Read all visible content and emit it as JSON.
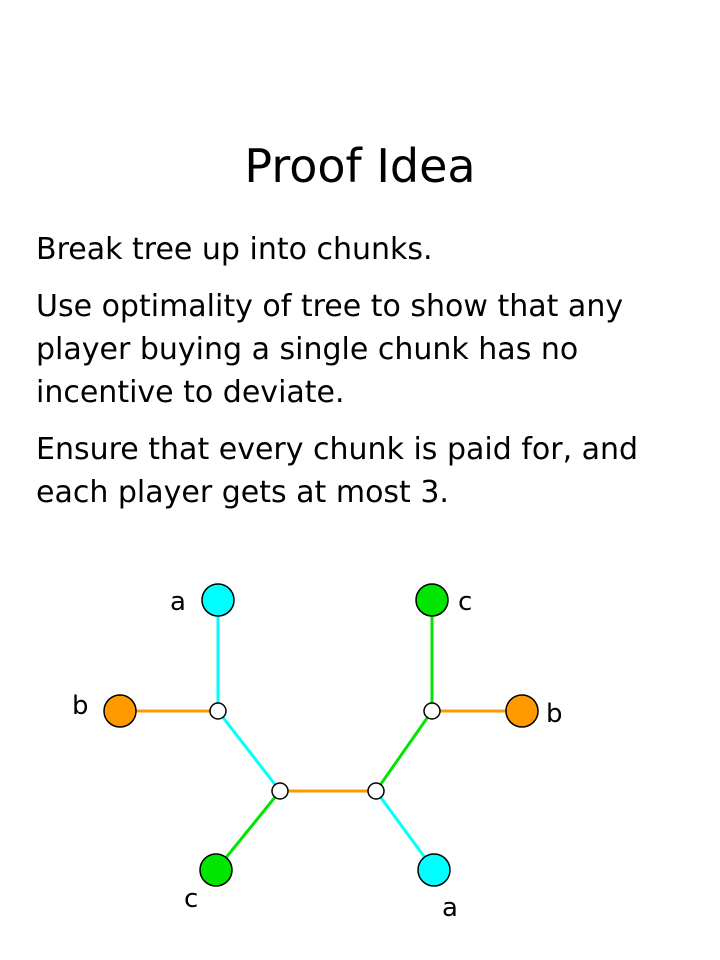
{
  "slide": {
    "title": "Proof Idea",
    "bullets": [
      "Break tree up into chunks.",
      "Use optimality of tree to show that any player buying a single chunk has no incentive to deviate.",
      "Ensure that every chunk is paid for, and each player gets at most 3."
    ]
  },
  "diagram": {
    "colors": {
      "cyan": "#00ffff",
      "green": "#00e600",
      "orange": "#ff9900",
      "steiner": "#ffffff",
      "outline": "#000000"
    },
    "terminals": [
      {
        "label": "a",
        "color": "cyan"
      },
      {
        "label": "b",
        "color": "orange"
      },
      {
        "label": "c",
        "color": "green"
      },
      {
        "label": "c",
        "color": "green"
      },
      {
        "label": "b",
        "color": "orange"
      },
      {
        "label": "a",
        "color": "cyan"
      }
    ],
    "edges": [
      {
        "color": "cyan"
      },
      {
        "color": "orange"
      },
      {
        "color": "cyan"
      },
      {
        "color": "green"
      },
      {
        "color": "orange"
      },
      {
        "color": "green"
      },
      {
        "color": "orange"
      },
      {
        "color": "green"
      },
      {
        "color": "cyan"
      }
    ]
  }
}
